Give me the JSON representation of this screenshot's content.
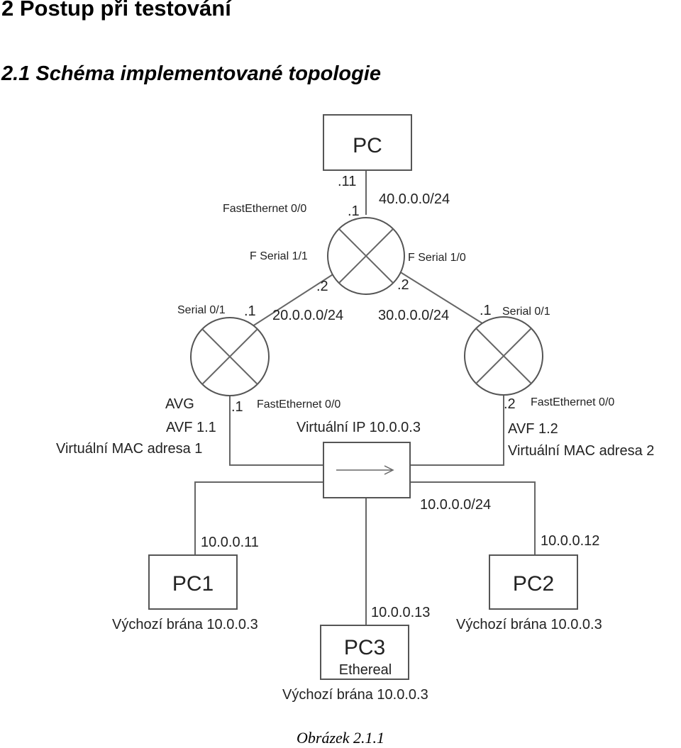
{
  "heading": {
    "section": "2 Postup při testování",
    "subsection": "2.1 Schéma implementované topologie"
  },
  "caption": "Obrázek 2.1.1",
  "nodes": {
    "pc_top": {
      "label": "PC",
      "ip_suffix": ".11"
    },
    "pc1": {
      "label": "PC1",
      "ip": "10.0.0.11",
      "gateway": "Výchozí brána 10.0.0.3"
    },
    "pc2": {
      "label": "PC2",
      "ip": "10.0.0.12",
      "gateway": "Výchozí brána 10.0.0.3"
    },
    "pc3": {
      "label": "PC3",
      "sublabel": "Ethereal",
      "ip": "10.0.0.13",
      "gateway": "Výchozí brána 10.0.0.3"
    }
  },
  "router_top": {
    "fe_interface": "FastEthernet 0/0",
    "fe_suffix": ".1",
    "network_top": "40.0.0.0/24",
    "serial_left": "F  Serial 1/1",
    "serial_left_suffix": ".2",
    "serial_right": "F  Serial 1/0",
    "serial_right_suffix": ".2"
  },
  "router_left": {
    "serial": "Serial 0/1",
    "serial_suffix": ".1",
    "network": "20.0.0.0/24",
    "role_avg": "AVG",
    "role_avf": "AVF 1.1",
    "vmac": "Virtuální MAC adresa 1",
    "fe_suffix": ".1",
    "fe_interface": "FastEthernet 0/0"
  },
  "router_right": {
    "serial": "Serial 0/1",
    "serial_suffix": ".1",
    "network": "30.0.0.0/24",
    "role_avf": "AVF 1.2",
    "vmac": "Virtuální MAC adresa 2",
    "fe_suffix": ".2",
    "fe_interface": "FastEthernet 0/0"
  },
  "lan": {
    "virtual_ip": "Virtuální IP 10.0.0.3",
    "network": "10.0.0.0/24"
  }
}
